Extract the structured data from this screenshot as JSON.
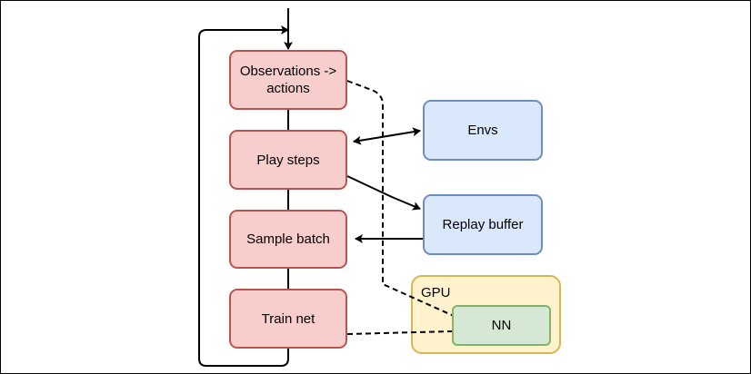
{
  "nodes": {
    "observations": "Observations ->\nactions",
    "play_steps": "Play steps",
    "sample_batch": "Sample batch",
    "train_net": "Train net",
    "envs": "Envs",
    "replay_buffer": "Replay buffer",
    "nn": "NN"
  },
  "groups": {
    "gpu": "GPU"
  },
  "colors": {
    "process_fill": "#f8cecc",
    "process_stroke": "#b85450",
    "storage_fill": "#dae8fc",
    "storage_stroke": "#6c8ebf",
    "gpu_fill": "#fff2cc",
    "gpu_stroke": "#d6b656",
    "nn_fill": "#d5e8d4",
    "nn_stroke": "#82b366"
  }
}
